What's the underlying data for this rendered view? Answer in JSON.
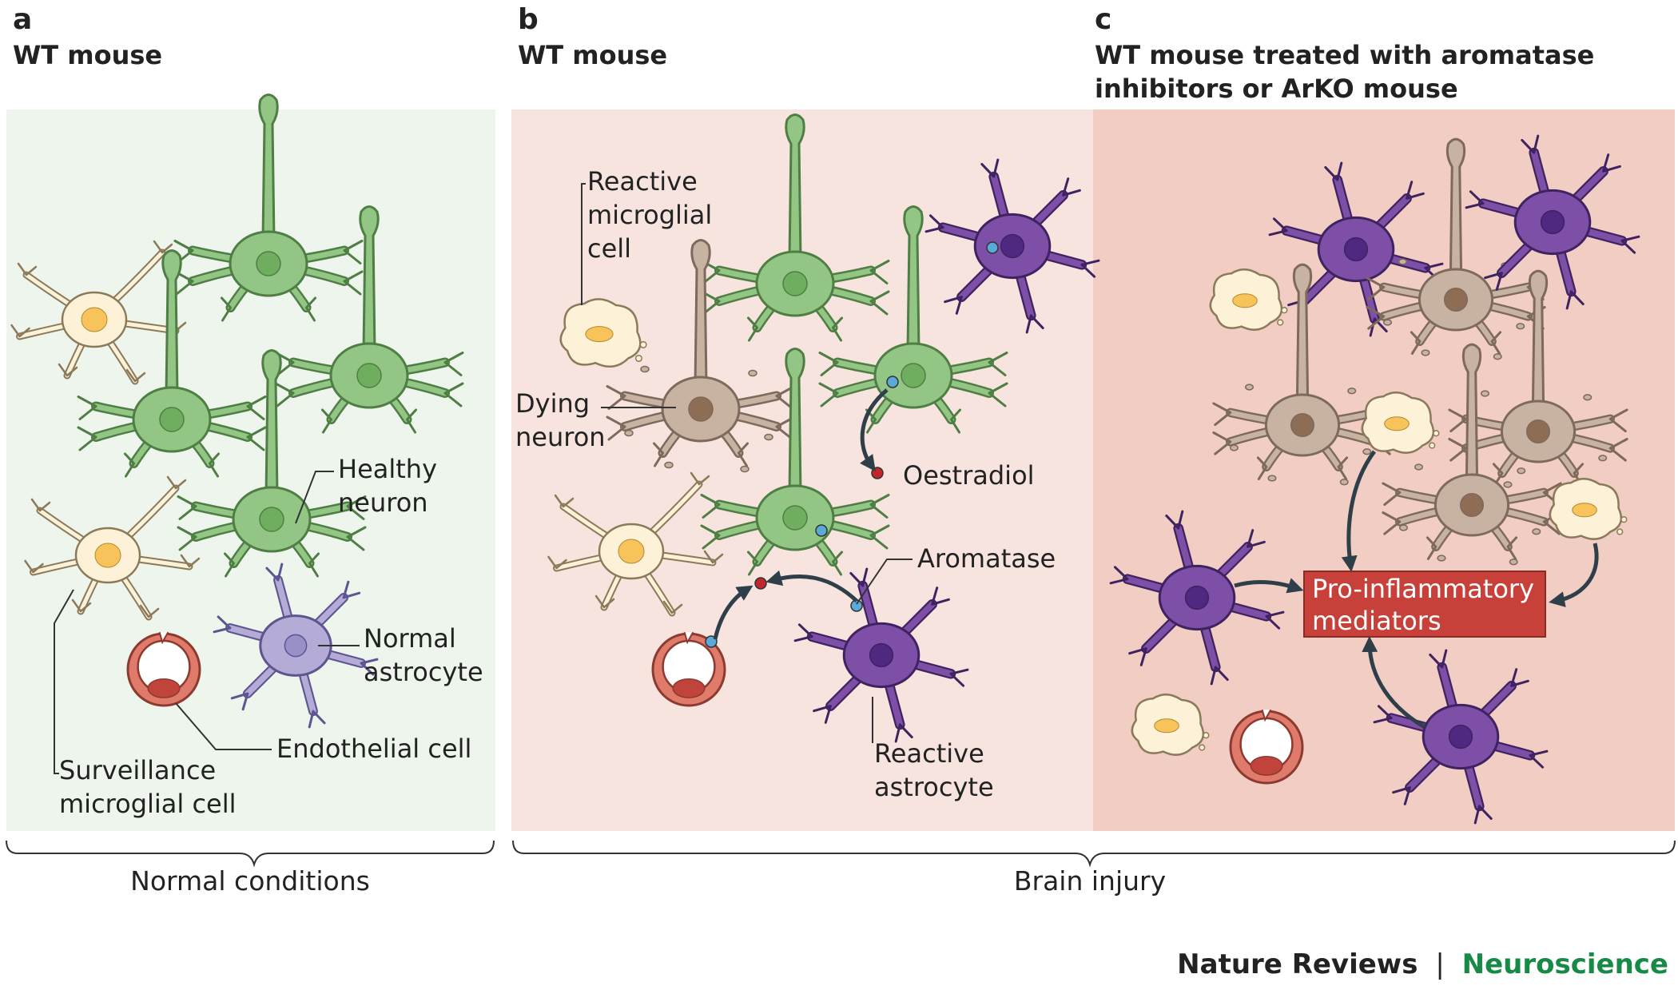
{
  "colors": {
    "panel_a_bg": "#eef5ec",
    "panel_b_bg": "#f7e4de",
    "panel_c_bg": "#f1cdc3",
    "neuron_green": "#93c684",
    "neuron_green_edge": "#4f7e45",
    "dying_neuron": "#c8b2a2",
    "dying_neuron_edge": "#7d6a5c",
    "astrocyte_normal": "#b4acd6",
    "astrocyte_reactive": "#7d4fa6",
    "astrocyte_reactive_edge": "#3f2260",
    "microglia_fill": "#fdf1d8",
    "microglia_nucleus": "#f7c35a",
    "endothelial": "#e07a6a",
    "oestradiol_dot": "#c0272d",
    "aromatase_dot": "#5aa9d9",
    "mediator_box": "#c8403a",
    "arrow": "#2e3f4a",
    "credit_neuroscience": "#178a45"
  },
  "panels": {
    "a": {
      "letter": "a",
      "heading_lines": [
        "WT mouse"
      ],
      "labels": {
        "healthy_neuron": [
          "Healthy",
          "neuron"
        ],
        "normal_astrocyte": [
          "Normal",
          "astrocyte"
        ],
        "endothelial_cell": [
          "Endothelial cell"
        ],
        "surveillance_microglial_cell": [
          "Surveillance",
          "microglial cell"
        ]
      }
    },
    "b": {
      "letter": "b",
      "heading_lines": [
        "WT mouse"
      ],
      "labels": {
        "reactive_microglial_cell": [
          "Reactive",
          "microglial",
          "cell"
        ],
        "dying_neuron": [
          "Dying",
          "neuron"
        ],
        "oestradiol": [
          "Oestradiol"
        ],
        "aromatase": [
          "Aromatase"
        ],
        "reactive_astrocyte": [
          "Reactive",
          "astrocyte"
        ]
      }
    },
    "c": {
      "letter": "c",
      "heading_lines": [
        "WT mouse treated with aromatase",
        "inhibitors or ArKO mouse"
      ],
      "labels": {
        "pro_inflammatory_mediators": [
          "Pro-inflammatory",
          "mediators"
        ]
      }
    }
  },
  "brackets": {
    "normal": "Normal conditions",
    "injury": "Brain injury"
  },
  "credit": {
    "journal": "Nature Reviews",
    "separator": "|",
    "section": "Neuroscience"
  }
}
